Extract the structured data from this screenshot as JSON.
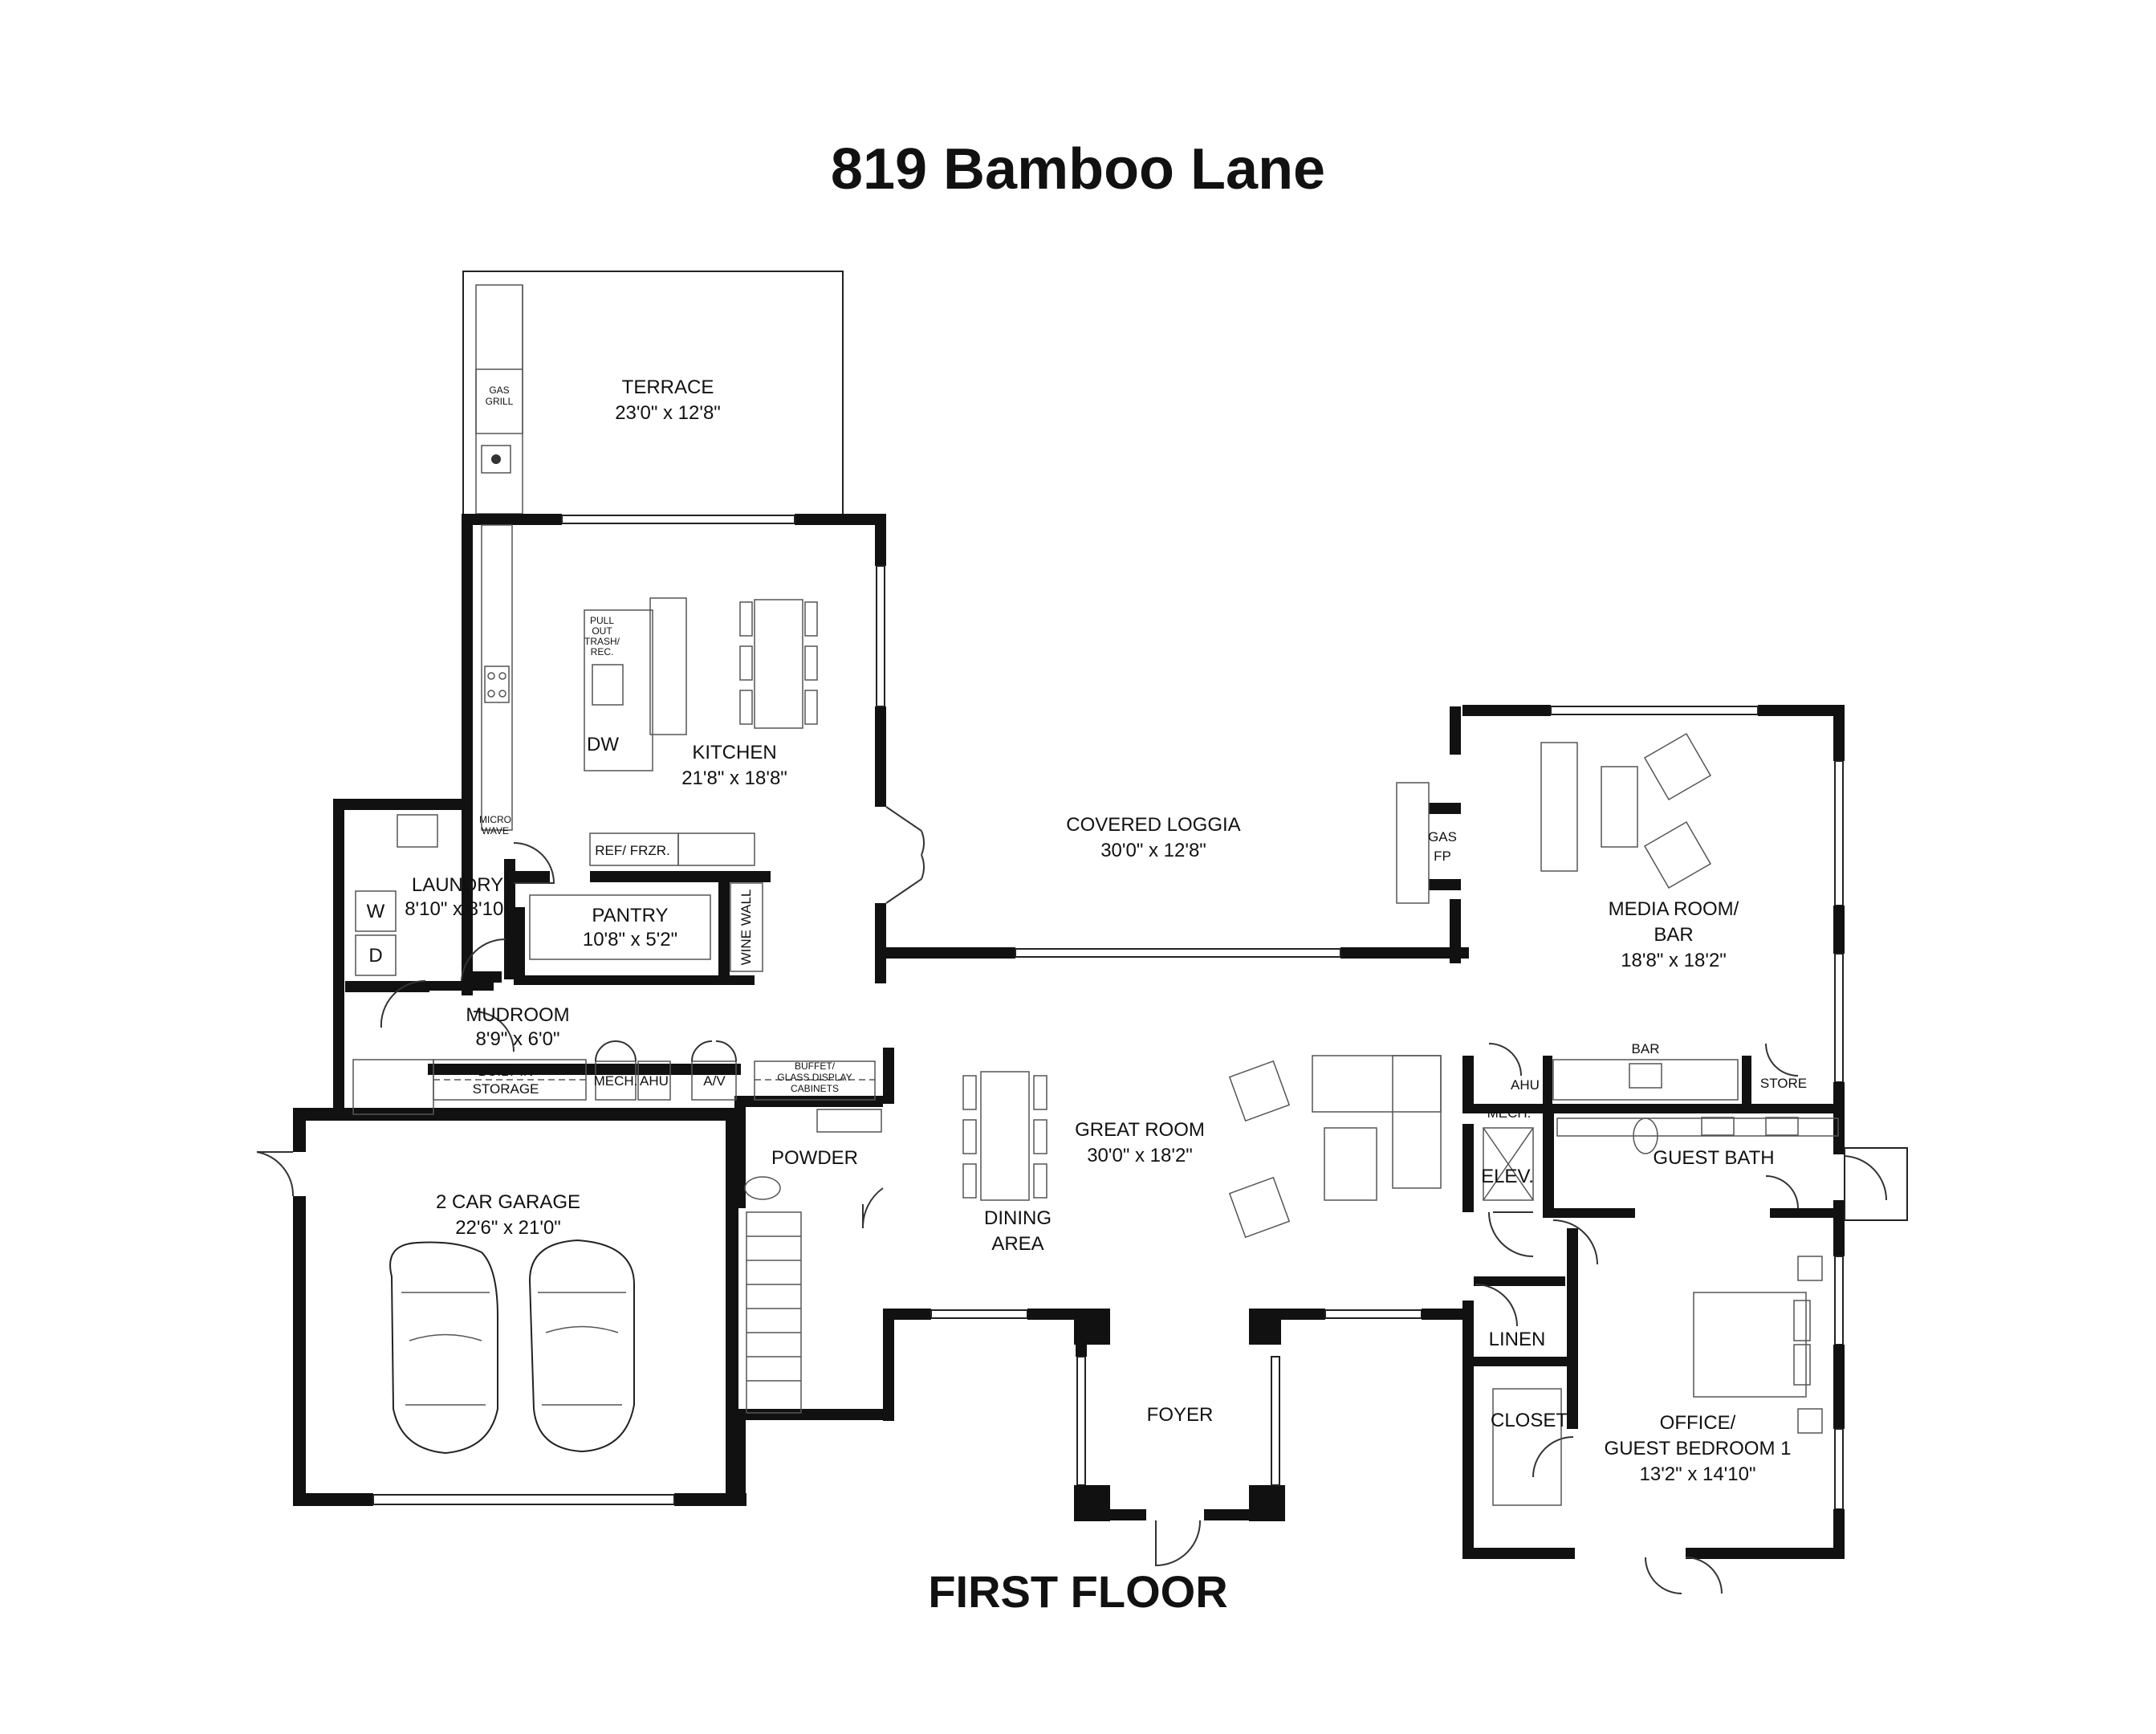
{
  "title": "819 Bamboo Lane",
  "floor_label": "FIRST FLOOR",
  "rooms": {
    "terrace": {
      "name": "TERRACE",
      "dims": "23'0\" x 12'8\""
    },
    "kitchen": {
      "name": "KITCHEN",
      "dims": "21'8\" x 18'8\""
    },
    "covered_loggia": {
      "name": "COVERED LOGGIA",
      "dims": "30'0\" x 12'8\""
    },
    "media_room": {
      "name_line1": "MEDIA ROOM/",
      "name_line2": "BAR",
      "dims": "18'8\" x 18'2\""
    },
    "laundry": {
      "name": "LAUNDRY",
      "dims": "8'10\" x 8'10\""
    },
    "pantry": {
      "name": "PANTRY",
      "dims": "10'8\" x 5'2\""
    },
    "mudroom": {
      "name": "MUDROOM",
      "dims": "8'9\" x 6'0\""
    },
    "great_room": {
      "name": "GREAT ROOM",
      "dims": "30'0\" x 18'2\""
    },
    "powder": {
      "name": "POWDER"
    },
    "dining_area": {
      "name_line1": "DINING",
      "name_line2": "AREA"
    },
    "garage": {
      "name": "2 CAR GARAGE",
      "dims": "22'6\" x 21'0\""
    },
    "foyer": {
      "name": "FOYER"
    },
    "guest_bath": {
      "name": "GUEST BATH"
    },
    "elevator": {
      "name": "ELEV."
    },
    "linen": {
      "name": "LINEN"
    },
    "closet": {
      "name": "CLOSET"
    },
    "office": {
      "name_line1": "OFFICE/",
      "name_line2": "GUEST BEDROOM 1",
      "dims": "13'2\" x 14'10\""
    }
  },
  "fixtures": {
    "gas_grill_1": "GAS",
    "gas_grill_2": "GRILL",
    "pull_out_1": "PULL",
    "pull_out_2": "OUT",
    "pull_out_3": "TRASH/",
    "pull_out_4": "REC.",
    "dw": "DW",
    "micro_1": "MICRO",
    "micro_2": "WAVE",
    "ref": "REF/ FRZR.",
    "wine_wall": "WINE WALL",
    "washer": "W",
    "dryer": "D",
    "built_in_1": "BUILT-IN",
    "built_in_2": "STORAGE",
    "mech": "MECH.",
    "ahu": "AHU",
    "av": "A/V",
    "buffet_1": "BUFFET/",
    "buffet_2": "GLASS DISPLAY",
    "buffet_3": "CABINETS",
    "gas_fp_1": "GAS",
    "gas_fp_2": "FP",
    "bar": "BAR",
    "store": "STORE",
    "ahu_2": "AHU",
    "mech_2": "MECH."
  }
}
